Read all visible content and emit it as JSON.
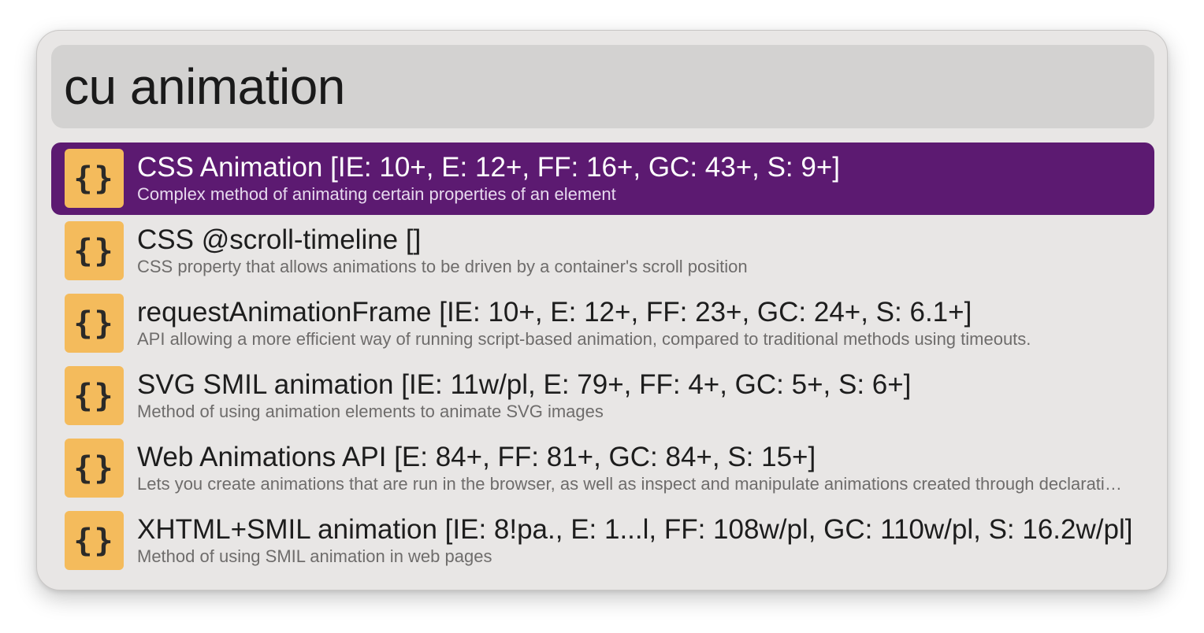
{
  "search": {
    "query": "cu animation"
  },
  "colors": {
    "selection": "#5c1a71",
    "icon_background": "#f4bb5c"
  },
  "results": [
    {
      "icon": "curly-braces-icon",
      "icon_glyph": "{}",
      "title": "CSS Animation [IE: 10+, E: 12+, FF: 16+, GC: 43+, S: 9+]",
      "subtitle": "Complex method of animating certain properties of an element",
      "selected": true
    },
    {
      "icon": "curly-braces-icon",
      "icon_glyph": "{}",
      "title": "CSS @scroll-timeline []",
      "subtitle": "CSS property that allows animations to be driven by a container's scroll position",
      "selected": false
    },
    {
      "icon": "curly-braces-icon",
      "icon_glyph": "{}",
      "title": "requestAnimationFrame [IE: 10+, E: 12+, FF: 23+, GC: 24+, S: 6.1+]",
      "subtitle": "API allowing a more efficient way of running script-based animation, compared to traditional methods using timeouts.",
      "selected": false
    },
    {
      "icon": "curly-braces-icon",
      "icon_glyph": "{}",
      "title": "SVG SMIL animation [IE: 11w/pl, E: 79+, FF: 4+, GC: 5+, S: 6+]",
      "subtitle": "Method of using animation elements to animate SVG images",
      "selected": false
    },
    {
      "icon": "curly-braces-icon",
      "icon_glyph": "{}",
      "title": "Web Animations API [E: 84+, FF: 81+, GC: 84+, S: 15+]",
      "subtitle": "Lets you create animations that are run in the browser, as well as inspect and manipulate animations created through declarative means like CSS.",
      "selected": false
    },
    {
      "icon": "curly-braces-icon",
      "icon_glyph": "{}",
      "title": "XHTML+SMIL animation [IE: 8!pa., E: 1...l, FF: 108w/pl, GC: 110w/pl, S: 16.2w/pl]",
      "subtitle": "Method of using SMIL animation in web pages",
      "selected": false
    }
  ]
}
